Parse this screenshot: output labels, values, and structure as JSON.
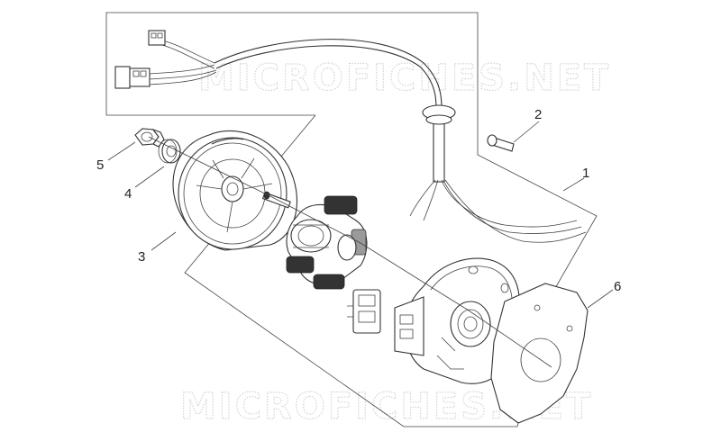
{
  "watermark": "MICROFICHES.NET",
  "callouts": [
    {
      "id": "1",
      "label": "1"
    },
    {
      "id": "2",
      "label": "2"
    },
    {
      "id": "3",
      "label": "3"
    },
    {
      "id": "4",
      "label": "4"
    },
    {
      "id": "5",
      "label": "5"
    },
    {
      "id": "6",
      "label": "6"
    }
  ]
}
